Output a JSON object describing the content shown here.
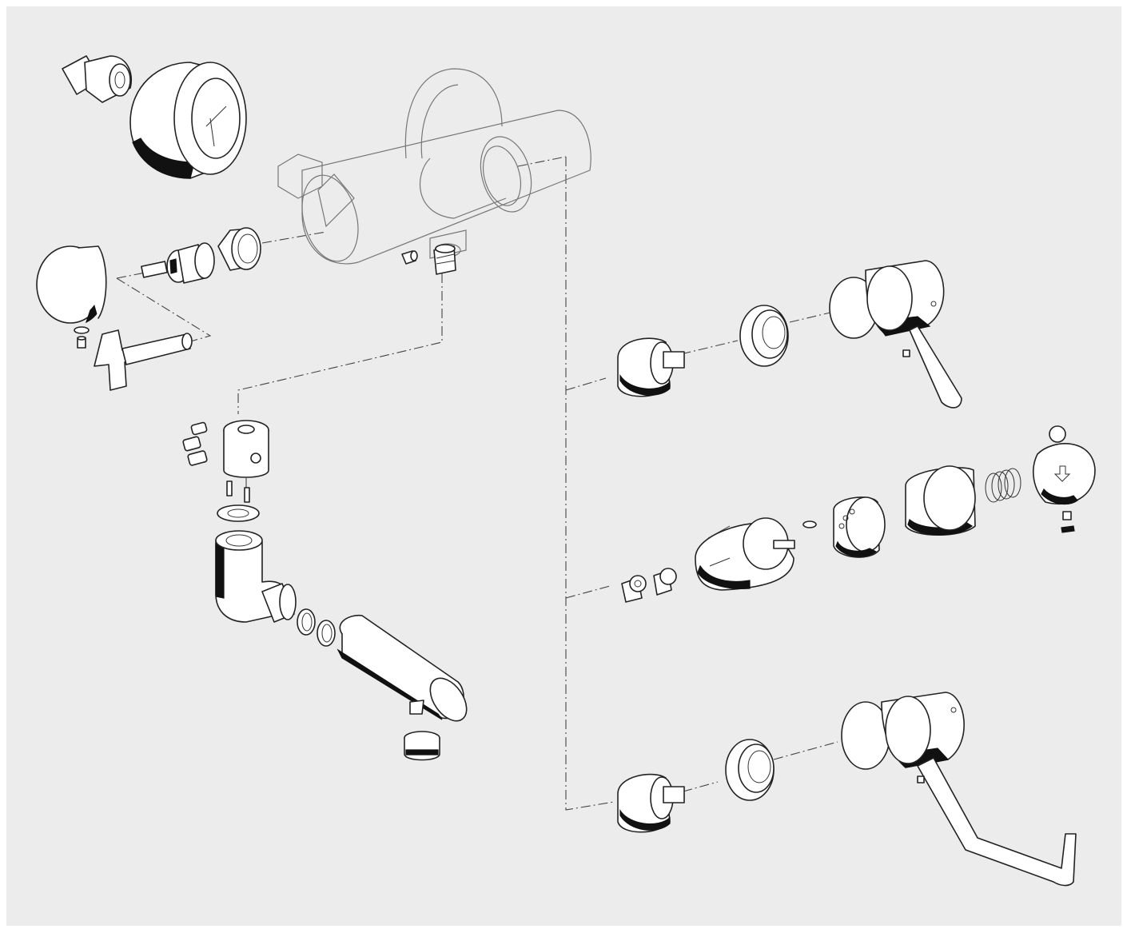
{
  "diagram": {
    "kind": "exploded-view",
    "colors": {
      "background": "#ececec",
      "line": "#222222",
      "fill": "#ffffff",
      "shade": "#111111",
      "ghost": "#777777"
    },
    "parts": [
      "hose-connector",
      "wall-rosette-cover",
      "mixer-body-ghost",
      "end-cap",
      "valve-headpart",
      "hex-bushing",
      "small-screw",
      "outlet-nipple",
      "key-handle",
      "washer-screw",
      "set-screws",
      "clamp-collar",
      "pins",
      "flat-washer",
      "elbow-fitting",
      "o-rings",
      "spout-tube",
      "aerator",
      "cartridge-top",
      "bushing-top",
      "lever-handle-short",
      "thermo-springs",
      "thermo-cartridge",
      "clip",
      "stop-ring",
      "sleeve",
      "spring",
      "thermostat-knob",
      "cartridge-bottom",
      "bushing-bottom",
      "lever-handle-long"
    ]
  }
}
